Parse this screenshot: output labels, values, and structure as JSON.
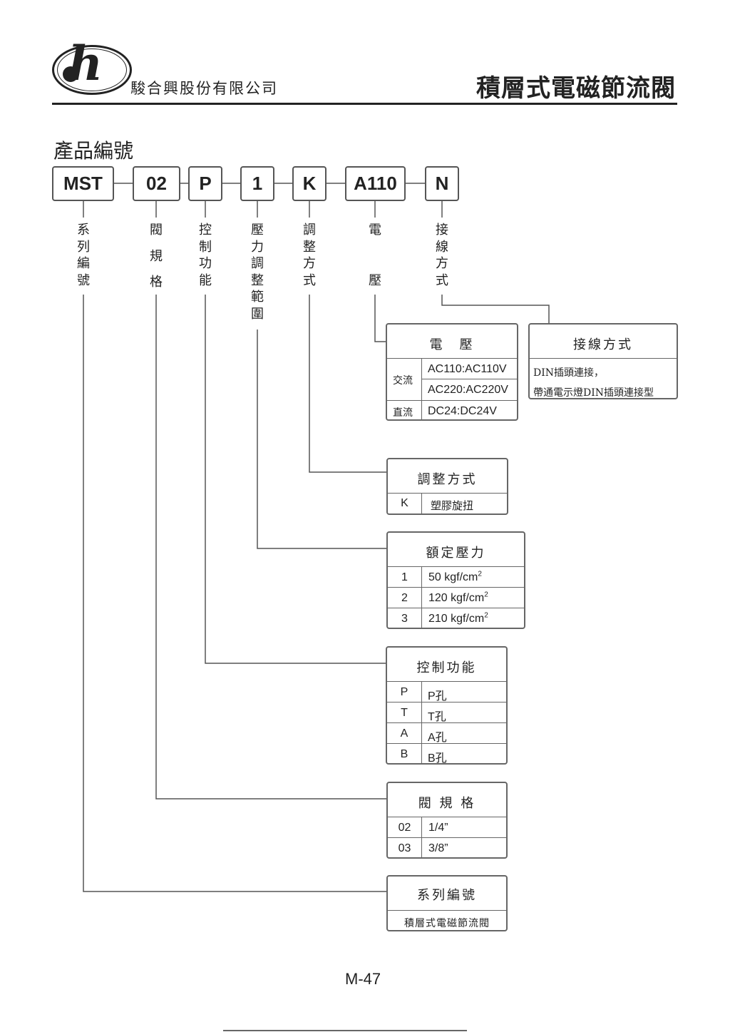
{
  "header": {
    "company": "駿合興股份有限公司",
    "title": "積層式電磁節流閥"
  },
  "section_title": "產品編號",
  "codes": [
    "MST",
    "02",
    "P",
    "1",
    "K",
    "A110",
    "N"
  ],
  "labels": {
    "series": [
      "系",
      "列",
      "編",
      "號"
    ],
    "valve_size": [
      "閥",
      "規",
      "格"
    ],
    "control": [
      "控",
      "制",
      "功",
      "能"
    ],
    "pressure_range": [
      "壓",
      "力",
      "調",
      "整",
      "範",
      "圍"
    ],
    "adjust": [
      "調",
      "整",
      "方",
      "式"
    ],
    "voltage": [
      "電",
      "壓"
    ],
    "wiring": [
      "接",
      "線",
      "方",
      "式"
    ]
  },
  "voltage_table": {
    "title": "電　壓",
    "ac_label": "交流",
    "dc_label": "直流",
    "rows": [
      "AC110:AC110V",
      "AC220:AC220V",
      "DC24:DC24V"
    ]
  },
  "wiring_table": {
    "title": "接線方式",
    "line1": "DIN插頭連接，",
    "line2": "帶通電示燈DIN插頭連接型"
  },
  "adjust_table": {
    "title": "調整方式",
    "rows": [
      {
        "code": "K",
        "desc": "塑膠旋扭"
      }
    ]
  },
  "pressure_table": {
    "title": "額定壓力",
    "sup": "2",
    "rows": [
      {
        "code": "1",
        "desc": "50 kgf/cm"
      },
      {
        "code": "2",
        "desc": "120 kgf/cm"
      },
      {
        "code": "3",
        "desc": "210 kgf/cm"
      }
    ]
  },
  "control_table": {
    "title": "控制功能",
    "rows": [
      {
        "code": "P",
        "desc": "P孔"
      },
      {
        "code": "T",
        "desc": "T孔"
      },
      {
        "code": "A",
        "desc": "A孔"
      },
      {
        "code": "B",
        "desc": "B孔"
      }
    ]
  },
  "valve_table": {
    "title": "閥 規 格",
    "rows": [
      {
        "code": "02",
        "desc": "1/4”"
      },
      {
        "code": "03",
        "desc": "3/8”"
      }
    ]
  },
  "series_table": {
    "title": "系列編號",
    "desc": "積層式電磁節流閥"
  },
  "page_number": "M-47"
}
